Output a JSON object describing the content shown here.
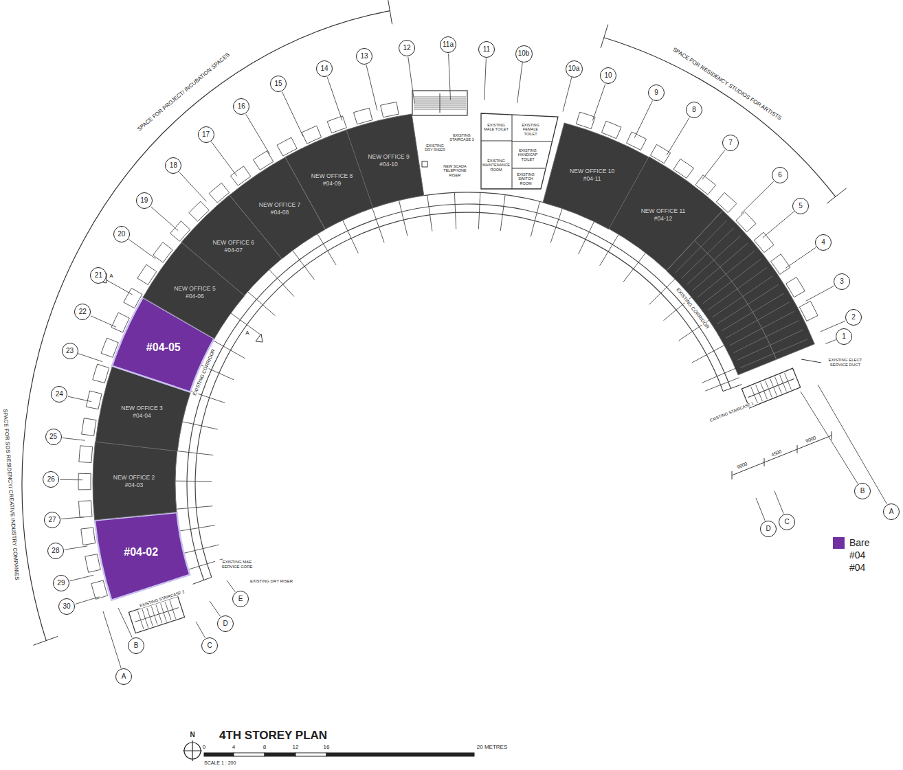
{
  "diagram": {
    "nodes": [
      {
        "text": [
          "#04-02"
        ]
      },
      {
        "text": [
          "NEW OFFICE 2",
          "#04-03"
        ]
      },
      {
        "text": [
          "NEW OFFICE 3",
          "#04-04"
        ]
      },
      {
        "text": [
          "#04-05"
        ]
      },
      {
        "text": [
          "NEW OFFICE 5",
          "#04-06"
        ]
      },
      {
        "text": [
          "NEW OFFICE 6",
          "#04-07"
        ]
      },
      {
        "text": [
          "NEW OFFICE 7",
          "#04-08"
        ]
      },
      {
        "text": [
          "NEW OFFICE 8",
          "#04-09"
        ]
      },
      {
        "text": [
          "NEW OFFICE 9",
          "#04-10"
        ]
      },
      {
        "text": [
          "NEW OFFICE 10",
          "#04-11"
        ]
      },
      {
        "text": [
          "NEW OFFICE 11",
          "#04-12"
        ]
      },
      {
        "text": [
          "30"
        ]
      },
      {
        "text": [
          "29"
        ]
      },
      {
        "text": [
          "28"
        ]
      },
      {
        "text": [
          "27"
        ]
      },
      {
        "text": [
          "26"
        ]
      },
      {
        "text": [
          "25"
        ]
      },
      {
        "text": [
          "24"
        ]
      },
      {
        "text": [
          "23"
        ]
      },
      {
        "text": [
          "22"
        ]
      },
      {
        "text": [
          "21"
        ]
      },
      {
        "text": [
          "20"
        ]
      },
      {
        "text": [
          "19"
        ]
      },
      {
        "text": [
          "18"
        ]
      },
      {
        "text": [
          "17"
        ]
      },
      {
        "text": [
          "16"
        ]
      },
      {
        "text": [
          "15"
        ]
      },
      {
        "text": [
          "14"
        ]
      },
      {
        "text": [
          "13"
        ]
      },
      {
        "text": [
          "12"
        ]
      },
      {
        "text": [
          "11a"
        ]
      },
      {
        "text": [
          "11"
        ]
      },
      {
        "text": [
          "10b"
        ]
      },
      {
        "text": [
          "10a"
        ]
      },
      {
        "text": [
          "10"
        ]
      },
      {
        "text": [
          "9"
        ]
      },
      {
        "text": [
          "8"
        ]
      },
      {
        "text": [
          "7"
        ]
      },
      {
        "text": [
          "6"
        ]
      },
      {
        "text": [
          "5"
        ]
      },
      {
        "text": [
          "4"
        ]
      },
      {
        "text": [
          "3"
        ]
      },
      {
        "text": [
          "2"
        ]
      },
      {
        "text": [
          "1"
        ]
      },
      {
        "text": [
          "A"
        ]
      },
      {
        "text": [
          "B"
        ]
      },
      {
        "text": [
          "C"
        ]
      },
      {
        "text": [
          "D"
        ]
      },
      {
        "text": [
          "E"
        ]
      },
      {
        "text": [
          "D"
        ]
      },
      {
        "text": [
          "C"
        ]
      },
      {
        "text": [
          "B"
        ]
      },
      {
        "text": [
          "A"
        ]
      }
    ],
    "labels": [
      "SPACE FOR PROJECT/ INCUBATION SPACES",
      "SPACE FOR RESIDENCY STUDIOS FOR ARTISTS",
      "SPACE FOR SOS RESIDENCY/ CREATIVE INDUSTRY COMPANIES",
      "EXISTING CORRIDOR",
      "EXISTING CORRIDOR",
      "EXISTING DRY RISER",
      "EXISTING STAIRCASE 3",
      "NEW SCADA TELEPHONE RISER",
      "EXISTING MALE TOILET",
      "EXISTING FEMALE TOILET",
      "EXISTING MAINTENANCE ROOM",
      "EXISTING HANDICAP TOILET",
      "EXISTING SWITCH ROOM",
      "EXISTING ELECT SERVICE DUCT",
      "EXISTING STAIRCASE 1",
      "9000",
      "4500",
      "9000",
      "EXISTING M&E SERVICE CORE",
      "EXISTING DRY RISER",
      "EXISTING STAIRCASE 2",
      "A",
      "A",
      "4TH STOREY PLAN",
      "SCALE 1 : 200",
      "N",
      "0",
      "4",
      "8",
      "12",
      "16",
      "20 METRES"
    ],
    "legend": [
      {
        "text": "Bare #04 #04",
        "color": "#7030a0"
      }
    ]
  }
}
